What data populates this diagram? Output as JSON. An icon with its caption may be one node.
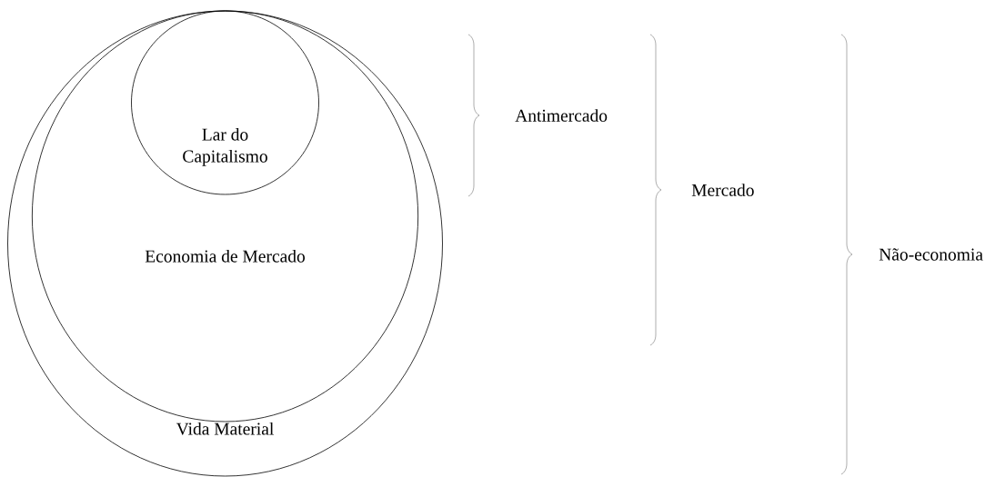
{
  "diagram": {
    "nodes": [
      {
        "text": [
          "Vida Material"
        ]
      },
      {
        "text": [
          "Economia de Mercado"
        ],
        "in": 0
      },
      {
        "text": [
          "Lar do Capitalismo"
        ],
        "in": 1
      }
    ],
    "labels": [
      "Antimercado",
      "Mercado",
      "Não-economia"
    ]
  }
}
